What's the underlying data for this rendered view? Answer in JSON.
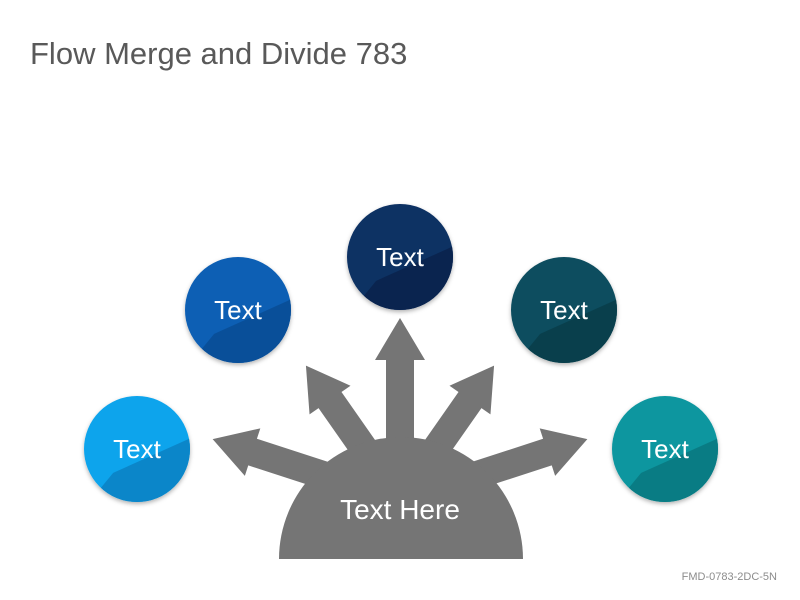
{
  "title": "Flow Merge and Divide 783",
  "footer_code": "FMD-0783-2DC-5N",
  "hub": {
    "label": "Text Here",
    "color": "#757575"
  },
  "nodes": [
    {
      "label": "Text",
      "color": "#10a4ec",
      "shade": "#0b86c9"
    },
    {
      "label": "Text",
      "color": "#0a5fb4",
      "shade": "#094f99"
    },
    {
      "label": "Text",
      "color": "#0e3064",
      "shade": "#0a244f"
    },
    {
      "label": "Text",
      "color": "#0c4e5e",
      "shade": "#093f4c"
    },
    {
      "label": "Text",
      "color": "#0b969f",
      "shade": "#097c84"
    }
  ]
}
